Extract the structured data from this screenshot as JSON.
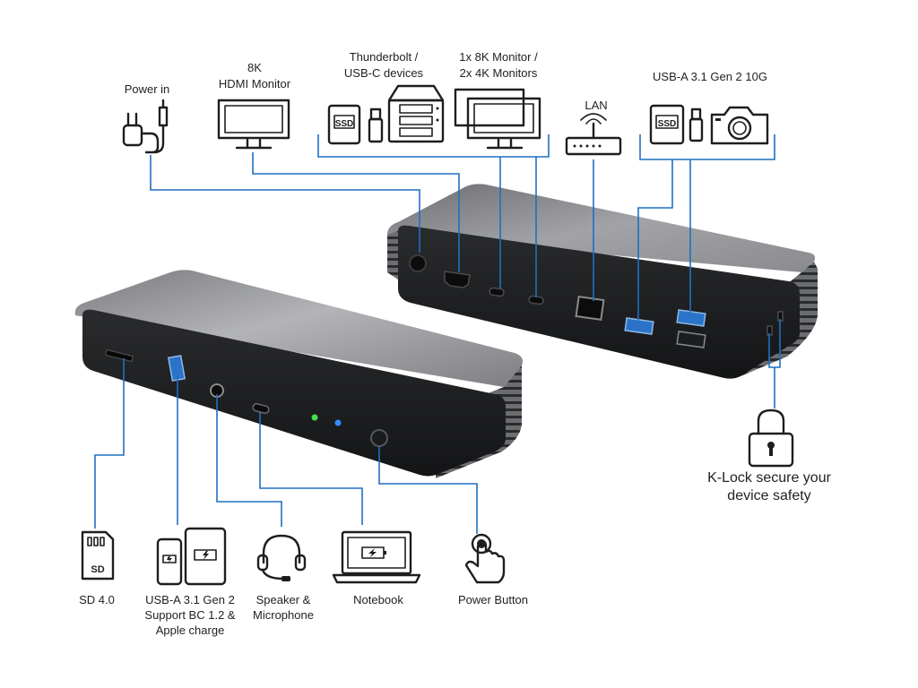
{
  "labels": {
    "power_in": "Power in",
    "hdmi_l1": "8K",
    "hdmi_l2": "HDMI Monitor",
    "tb_l1": "Thunderbolt /",
    "tb_l2": "USB-C devices",
    "mon_l1": "1x 8K Monitor /",
    "mon_l2": "2x 4K Monitors",
    "lan": "LAN",
    "usba_rear": "USB-A 3.1 Gen 2 10G",
    "klock_l1": "K-Lock secure your",
    "klock_l2": "device safety",
    "sd": "SD 4.0",
    "usba_front_l1": "USB-A 3.1 Gen 2",
    "usba_front_l2": "Support BC 1.2 &",
    "usba_front_l3": "Apple charge",
    "audio_l1": "Speaker &",
    "audio_l2": "Microphone",
    "notebook": "Notebook",
    "power_button": "Power Button"
  },
  "icon_texts": {
    "ssd": "SSD",
    "sd_card": "SD"
  },
  "colors": {
    "wire": "#1f6fc4",
    "dock_body": "#8e8f92",
    "dock_face": "#1c1d1f",
    "usb_port": "#2a73c8",
    "led_green": "#44e04a",
    "led_blue": "#2f8cff"
  }
}
